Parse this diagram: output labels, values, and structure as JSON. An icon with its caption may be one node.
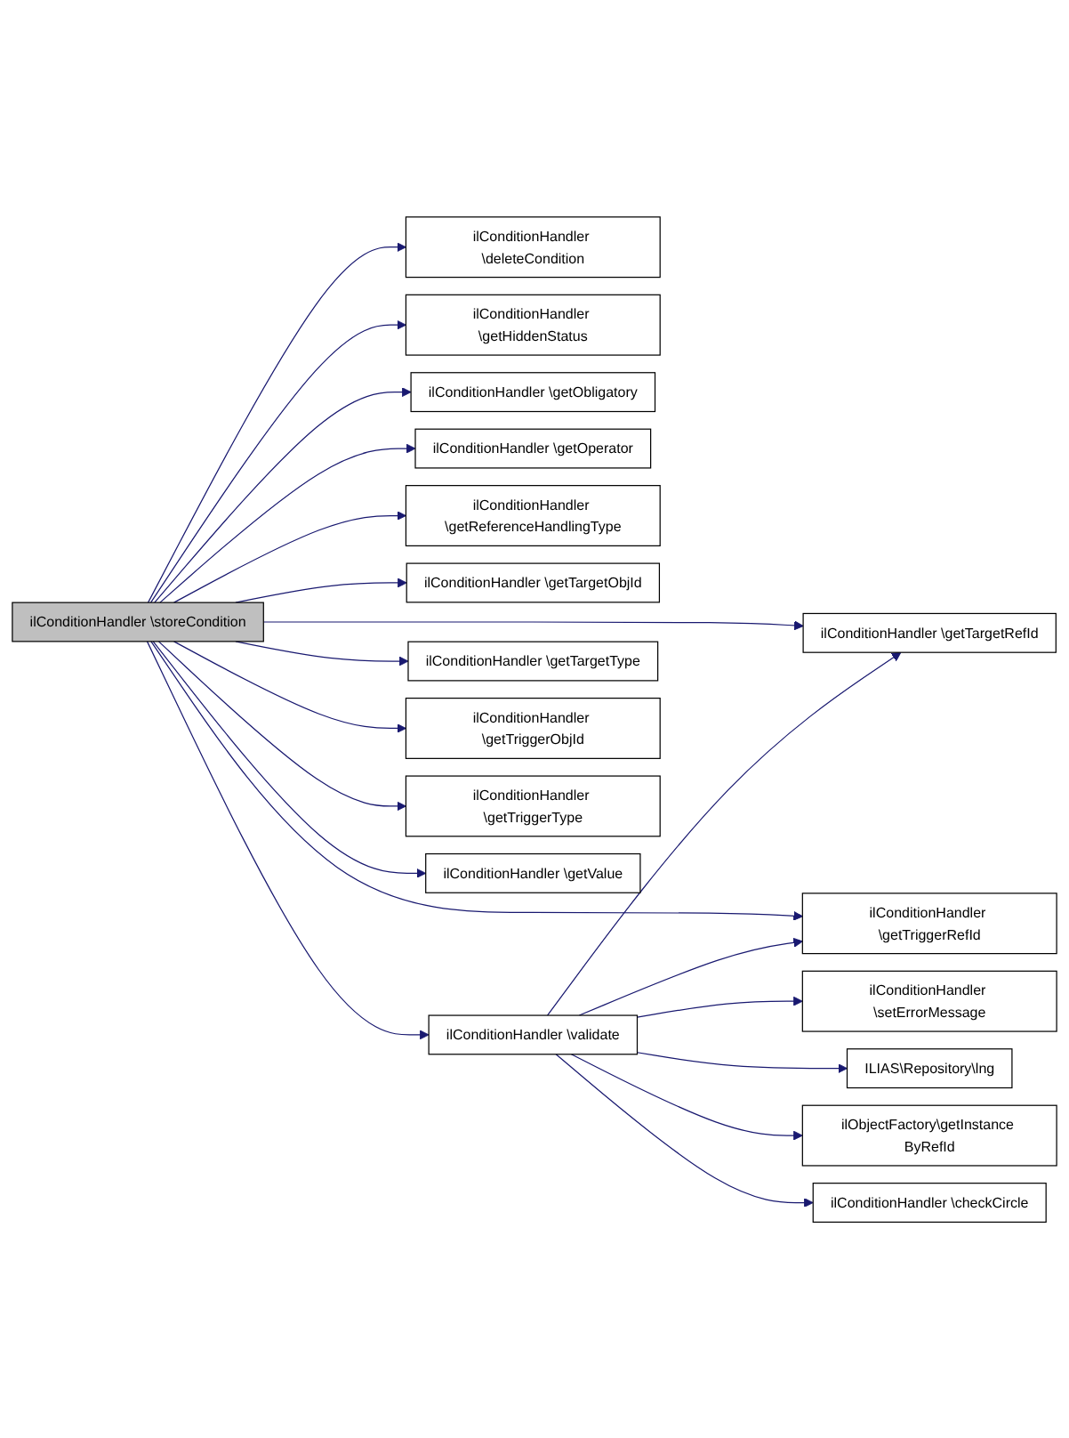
{
  "diagram": {
    "nodes": [
      {
        "text": [
          "ilConditionHandler \\storeCondition"
        ]
      },
      {
        "text": [
          "ilConditionHandler \\deleteCondition"
        ]
      },
      {
        "text": [
          "ilConditionHandler \\getHiddenStatus"
        ]
      },
      {
        "text": [
          "ilConditionHandler \\getObligatory"
        ]
      },
      {
        "text": [
          "ilConditionHandler \\getOperator"
        ]
      },
      {
        "text": [
          "ilConditionHandler \\getReferenceHandlingType"
        ]
      },
      {
        "text": [
          "ilConditionHandler \\getTargetObjId"
        ]
      },
      {
        "text": [
          "ilConditionHandler \\validate"
        ]
      },
      {
        "text": [
          "ilConditionHandler \\getTargetType"
        ]
      },
      {
        "text": [
          "ilConditionHandler \\getTriggerObjId"
        ]
      },
      {
        "text": [
          "ilConditionHandler \\getTriggerType"
        ]
      },
      {
        "text": [
          "ilConditionHandler \\getValue"
        ]
      },
      {
        "text": [
          "ilConditionHandler \\getTargetRefId"
        ]
      },
      {
        "text": [
          "ilConditionHandler \\getTriggerRefId"
        ]
      },
      {
        "text": [
          "ilConditionHandler \\setErrorMessage"
        ]
      },
      {
        "text": [
          "ILIAS\\Repository\\lng"
        ]
      },
      {
        "text": [
          "ilObjectFactory\\getInstance ByRefId"
        ]
      },
      {
        "text": [
          "ilConditionHandler \\checkCircle"
        ]
      }
    ],
    "edges": [
      {
        "from": 0,
        "to": 1,
        "arrow": "to"
      },
      {
        "from": 0,
        "to": 2,
        "arrow": "to"
      },
      {
        "from": 0,
        "to": 3,
        "arrow": "to"
      },
      {
        "from": 0,
        "to": 4,
        "arrow": "to"
      },
      {
        "from": 0,
        "to": 5,
        "arrow": "to"
      },
      {
        "from": 0,
        "to": 6,
        "arrow": "to"
      },
      {
        "from": 0,
        "to": 7,
        "arrow": "to"
      },
      {
        "from": 0,
        "to": 8,
        "arrow": "to"
      },
      {
        "from": 0,
        "to": 9,
        "arrow": "to"
      },
      {
        "from": 0,
        "to": 10,
        "arrow": "to"
      },
      {
        "from": 0,
        "to": 11,
        "arrow": "to"
      },
      {
        "from": 0,
        "to": 12,
        "arrow": "to"
      },
      {
        "from": 0,
        "to": 13,
        "arrow": "to"
      },
      {
        "from": 7,
        "to": 12,
        "arrow": "to"
      },
      {
        "from": 7,
        "to": 13,
        "arrow": "to"
      },
      {
        "from": 7,
        "to": 14,
        "arrow": "to"
      },
      {
        "from": 7,
        "to": 15,
        "arrow": "to"
      },
      {
        "from": 7,
        "to": 16,
        "arrow": "to"
      },
      {
        "from": 7,
        "to": 17,
        "arrow": "to"
      }
    ]
  }
}
